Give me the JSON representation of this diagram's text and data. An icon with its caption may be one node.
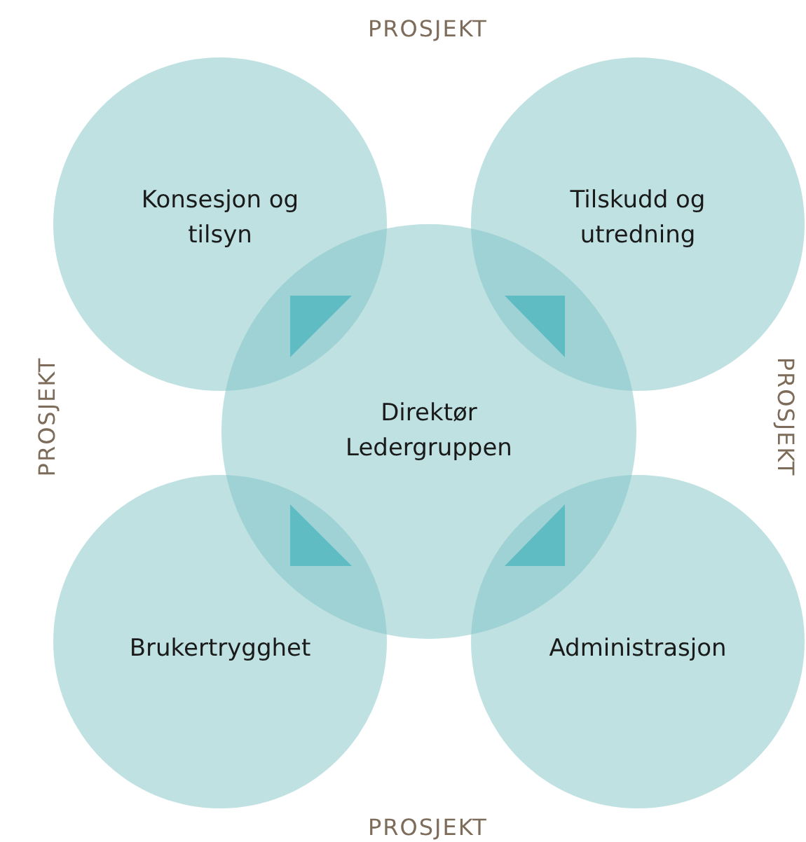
{
  "diagram": {
    "nodes": [
      {
        "text": [
          "Konsesjon og tilsyn"
        ]
      },
      {
        "text": [
          "Tilskudd og utredning"
        ]
      },
      {
        "text": [
          "Direktør Ledergruppen"
        ]
      },
      {
        "text": [
          "Brukertrygghet"
        ]
      },
      {
        "text": [
          "Administrasjon"
        ]
      }
    ],
    "labels": [
      "PROSJEKT",
      "PROSJEKT",
      "PROSJEKT",
      "PROSJEKT"
    ]
  }
}
